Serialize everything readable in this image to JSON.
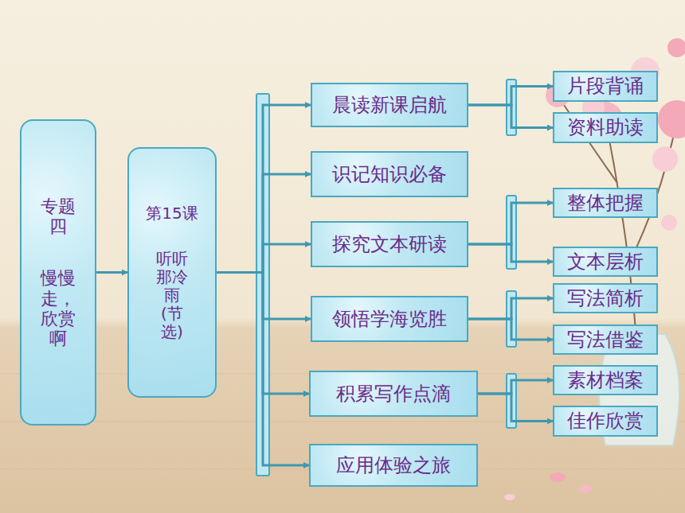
{
  "diagram": {
    "nodes": [
      {
        "text": [
          "专题四",
          "慢慢走，欣赏啊"
        ]
      },
      {
        "text": [
          "第15课",
          "听听那冷雨(节选)"
        ]
      },
      {
        "text": [
          "晨读新课启航"
        ]
      },
      {
        "text": [
          "识记知识必备"
        ]
      },
      {
        "text": [
          "探究文本研读"
        ]
      },
      {
        "text": [
          "领悟学海览胜"
        ]
      },
      {
        "text": [
          "积累写作点滴"
        ]
      },
      {
        "text": [
          "应用体验之旅"
        ]
      },
      {
        "text": [
          "片段背诵"
        ]
      },
      {
        "text": [
          "资料助读"
        ]
      },
      {
        "text": [
          "整体把握"
        ]
      },
      {
        "text": [
          "文本层析"
        ]
      },
      {
        "text": [
          "写法简析"
        ]
      },
      {
        "text": [
          "写法借鉴"
        ]
      },
      {
        "text": [
          "素材档案"
        ]
      },
      {
        "text": [
          "佳作欣赏"
        ]
      }
    ],
    "edges": [
      {
        "from": 0,
        "to": 1,
        "arrow": "to"
      },
      {
        "from": 1,
        "to": 2,
        "arrow": "to"
      },
      {
        "from": 1,
        "to": 3,
        "arrow": "to"
      },
      {
        "from": 1,
        "to": 4,
        "arrow": "to"
      },
      {
        "from": 1,
        "to": 5,
        "arrow": "to"
      },
      {
        "from": 1,
        "to": 6,
        "arrow": "to"
      },
      {
        "from": 1,
        "to": 7,
        "arrow": "to"
      },
      {
        "from": 2,
        "to": 8,
        "arrow": "to"
      },
      {
        "from": 2,
        "to": 9,
        "arrow": "to"
      },
      {
        "from": 4,
        "to": 10,
        "arrow": "to"
      },
      {
        "from": 4,
        "to": 11,
        "arrow": "to"
      },
      {
        "from": 5,
        "to": 12,
        "arrow": "to"
      },
      {
        "from": 5,
        "to": 13,
        "arrow": "to"
      },
      {
        "from": 6,
        "to": 14,
        "arrow": "to"
      },
      {
        "from": 6,
        "to": 15,
        "arrow": "to"
      }
    ]
  }
}
